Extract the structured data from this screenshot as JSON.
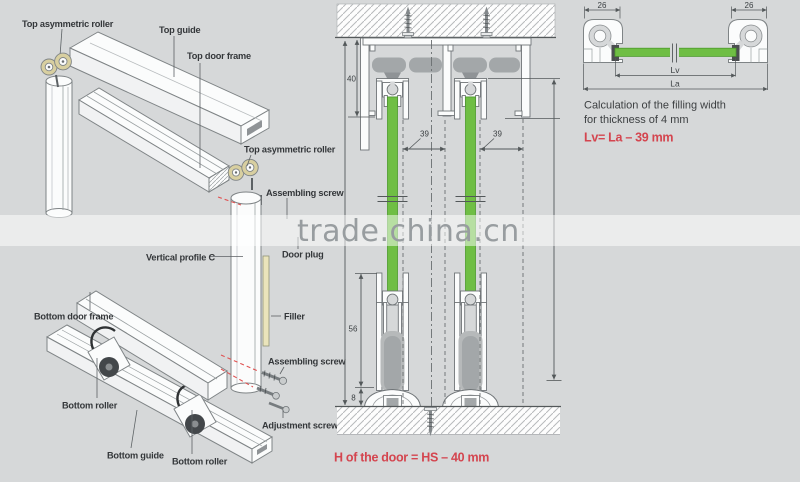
{
  "colors": {
    "background": "#d6d8d9",
    "green_filling": "#6fbe44",
    "red_accent": "#d4454f",
    "profile_white": "#fbfcfc",
    "roller_gray": "#a3a7a9",
    "tan_roller": "#d8cfa0",
    "watermark_gray": "#989da0"
  },
  "watermark": {
    "text": "trade.china.cn"
  },
  "exploded_view": {
    "labels": {
      "top_asymmetric_roller_1": "Top asymmetric roller",
      "top_guide": "Top guide",
      "top_door_frame": "Top door frame",
      "top_asymmetric_roller_2": "Top asymmetric roller",
      "assembling_screw_1": "Assembling screw",
      "vertical_profile_c": "Vertical profile C",
      "door_plug": "Door plug",
      "bottom_door_frame": "Bottom door frame",
      "filler": "Filler",
      "assembling_screw_2": "Assembling screw",
      "adjustment_screw": "Adjustment screw",
      "bottom_roller_1": "Bottom roller",
      "bottom_guide": "Bottom guide",
      "bottom_roller_2": "Bottom roller"
    }
  },
  "cross_section": {
    "dims": {
      "top_guide_height": "40",
      "axis_offset_left": "39",
      "axis_offset_right": "39",
      "bottom_profile_height": "56",
      "floor_clearance": "8"
    },
    "formula": "H of the door = HS – 40 mm"
  },
  "filling_detail": {
    "dims": {
      "profile_width_left": "26",
      "profile_width_right": "26",
      "filling_width": "Lv",
      "door_width": "La"
    },
    "caption_line1": "Calculation of the filling width",
    "caption_line2": "for thickness of 4 mm",
    "formula": "Lv= La – 39 mm"
  }
}
